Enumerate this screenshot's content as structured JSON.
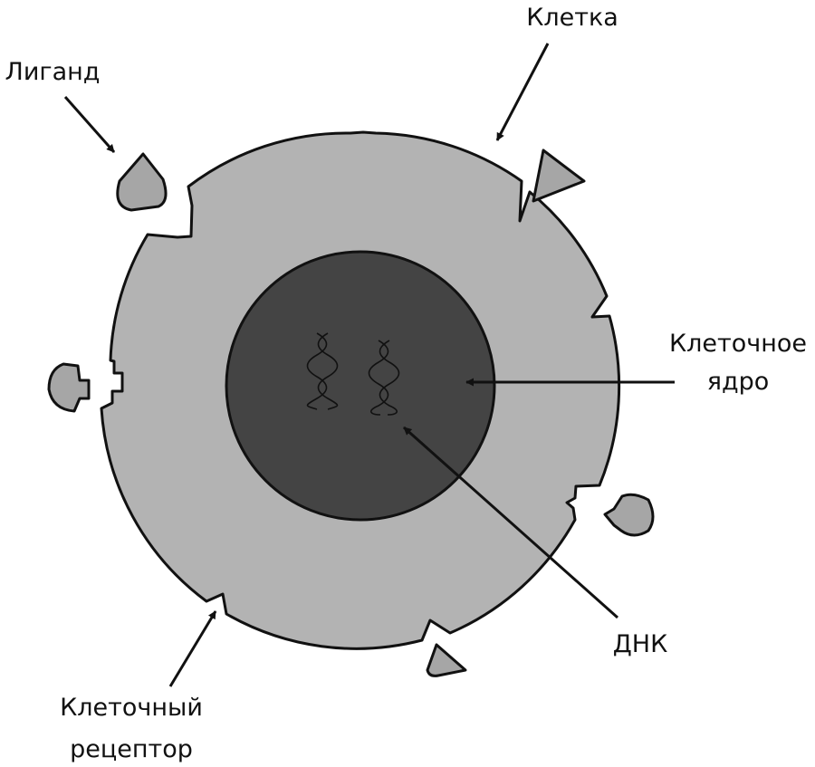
{
  "labels": {
    "cell": "Клетка",
    "ligand": "Лиганд",
    "nucleus_line1": "Клеточное",
    "nucleus_line2": "ядро",
    "dna": "ДНК",
    "receptor_line1": "Клеточный",
    "receptor_line2": "рецептор"
  },
  "colors": {
    "cytoplasm": "#b3b3b3",
    "nucleus": "#444444",
    "ligand": "#a6a6a6",
    "outline": "#111111",
    "background": "#ffffff"
  }
}
